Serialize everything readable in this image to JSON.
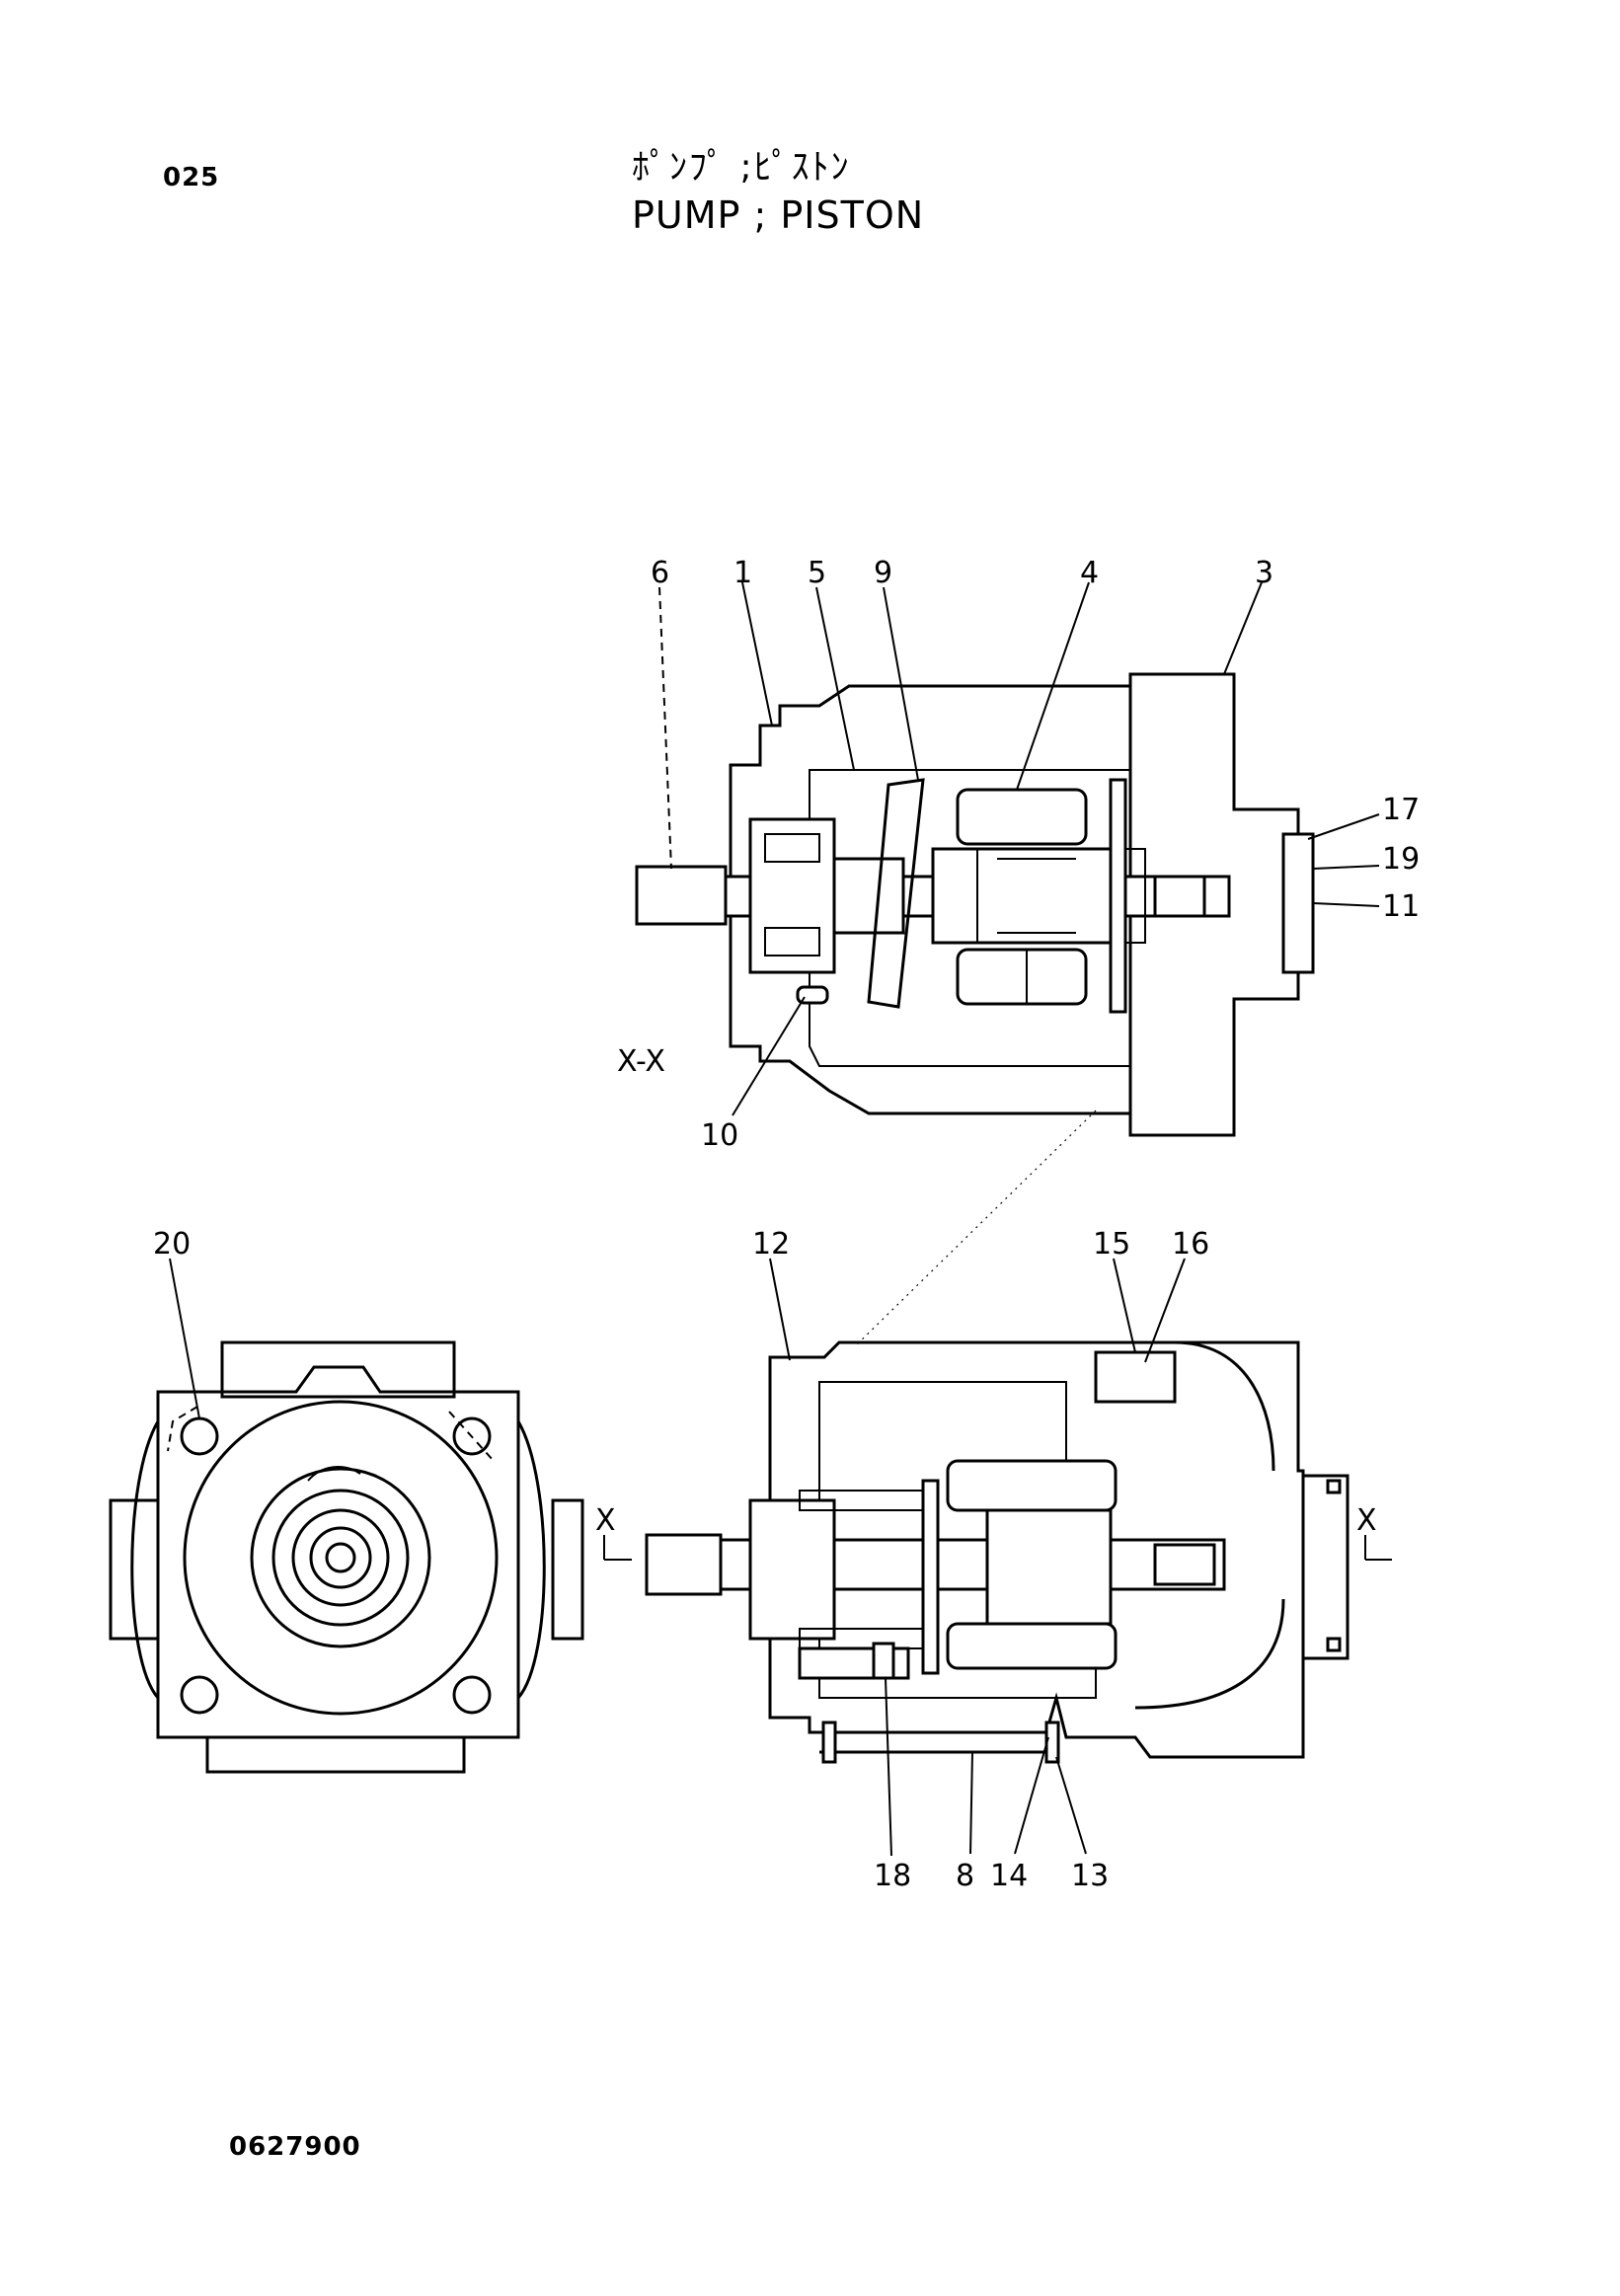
{
  "header": {
    "page_number": "025",
    "title_jp": "ﾎﾟﾝﾌﾟ ;ﾋﾟｽﾄﾝ",
    "title_en": "PUMP  ; PISTON"
  },
  "footer": {
    "drawing_code": "0627900"
  },
  "section_label": "X-X",
  "section_marks": [
    "X",
    "X"
  ],
  "callouts": [
    "6",
    "1",
    "5",
    "9",
    "4",
    "3",
    "17",
    "19",
    "11",
    "10",
    "20",
    "12",
    "15",
    "16",
    "18",
    "8",
    "14",
    "13"
  ]
}
